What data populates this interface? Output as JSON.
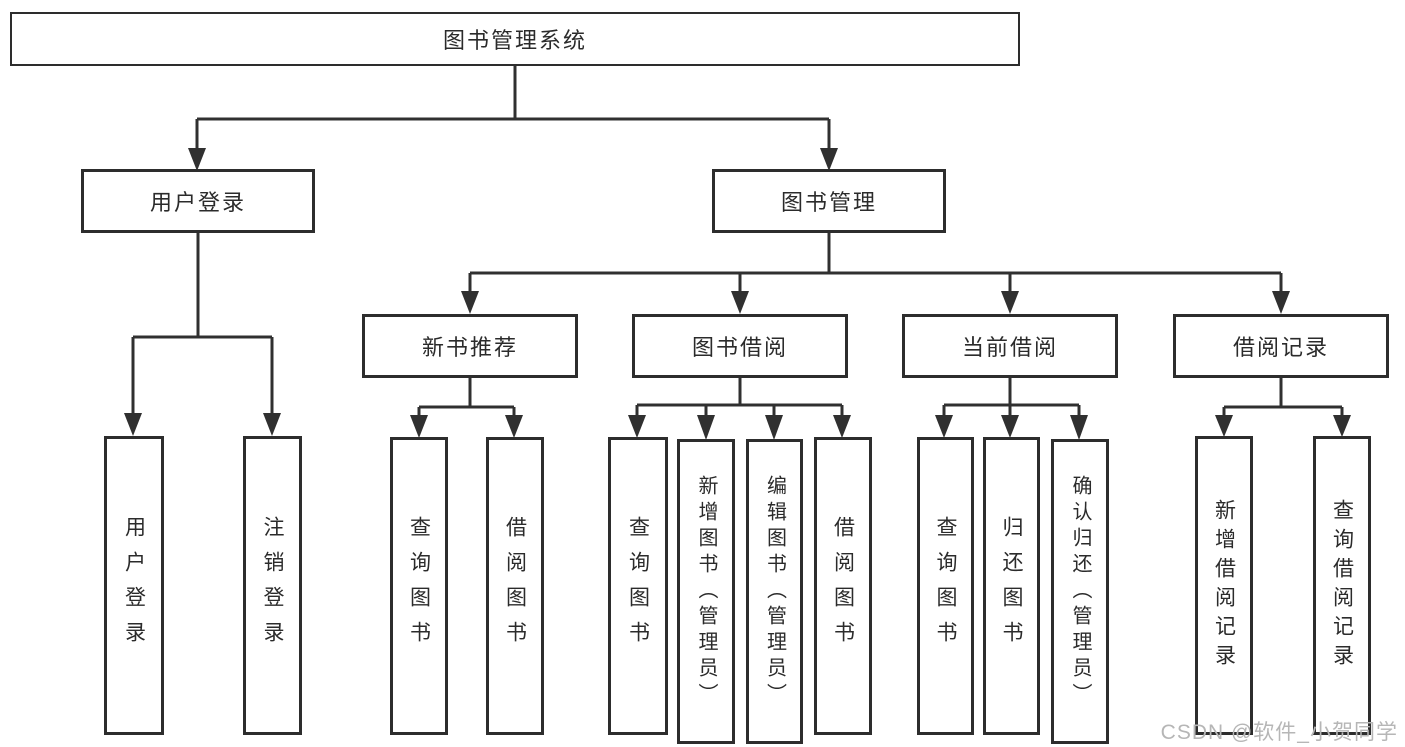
{
  "diagram": {
    "type": "hierarchy-tree",
    "watermark": "CSDN @软件_小贺同学",
    "colors": {
      "line": "#303030",
      "box_border": "#2d2d2d",
      "box_background": "#ffffff",
      "text": "#2b2b2b",
      "watermark": "#b6b6b6"
    },
    "nodes": {
      "root": {
        "label": "图书管理系统"
      },
      "user_login": {
        "label": "用户登录"
      },
      "book_mgmt": {
        "label": "图书管理"
      },
      "new_book": {
        "label": "新书推荐"
      },
      "book_borrow": {
        "label": "图书借阅"
      },
      "current_borrow": {
        "label": "当前借阅"
      },
      "borrow_records": {
        "label": "借阅记录"
      },
      "leaf_login": {
        "label": "用户登录"
      },
      "leaf_logout": {
        "label": "注销登录"
      },
      "leaf_nb_query": {
        "label": "查询图书"
      },
      "leaf_nb_borrow": {
        "label": "借阅图书"
      },
      "leaf_bw_query": {
        "label": "查询图书"
      },
      "leaf_bw_add": {
        "label": "新增图书（管理员）"
      },
      "leaf_bw_edit": {
        "label": "编辑图书（管理员）"
      },
      "leaf_bw_borrow": {
        "label": "借阅图书"
      },
      "leaf_cur_query": {
        "label": "查询图书"
      },
      "leaf_cur_return": {
        "label": "归还图书"
      },
      "leaf_cur_confirm": {
        "label": "确认归还（管理员）"
      },
      "leaf_rec_add": {
        "label": "新增借阅记录"
      },
      "leaf_rec_query": {
        "label": "查询借阅记录"
      }
    },
    "edges": [
      {
        "from": "root",
        "to": "user_login"
      },
      {
        "from": "root",
        "to": "book_mgmt"
      },
      {
        "from": "user_login",
        "to": "leaf_login"
      },
      {
        "from": "user_login",
        "to": "leaf_logout"
      },
      {
        "from": "book_mgmt",
        "to": "new_book"
      },
      {
        "from": "book_mgmt",
        "to": "book_borrow"
      },
      {
        "from": "book_mgmt",
        "to": "current_borrow"
      },
      {
        "from": "book_mgmt",
        "to": "borrow_records"
      },
      {
        "from": "new_book",
        "to": "leaf_nb_query"
      },
      {
        "from": "new_book",
        "to": "leaf_nb_borrow"
      },
      {
        "from": "book_borrow",
        "to": "leaf_bw_query"
      },
      {
        "from": "book_borrow",
        "to": "leaf_bw_add"
      },
      {
        "from": "book_borrow",
        "to": "leaf_bw_edit"
      },
      {
        "from": "book_borrow",
        "to": "leaf_bw_borrow"
      },
      {
        "from": "current_borrow",
        "to": "leaf_cur_query"
      },
      {
        "from": "current_borrow",
        "to": "leaf_cur_return"
      },
      {
        "from": "current_borrow",
        "to": "leaf_cur_confirm"
      },
      {
        "from": "borrow_records",
        "to": "leaf_rec_add"
      },
      {
        "from": "borrow_records",
        "to": "leaf_rec_query"
      }
    ]
  }
}
